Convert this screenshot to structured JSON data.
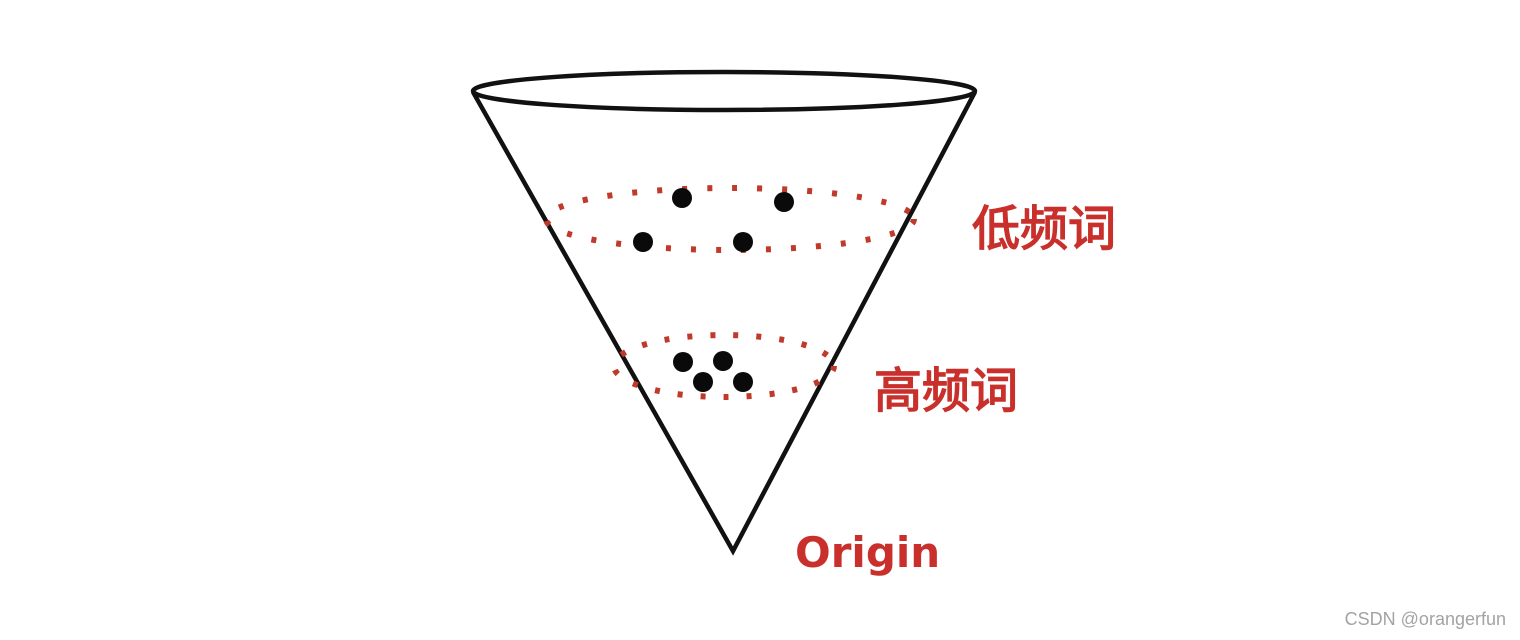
{
  "labels": {
    "low_frequency": "低频词",
    "high_frequency": "高频词",
    "origin": "Origin"
  },
  "watermark": "CSDN @orangerfun",
  "colors": {
    "label_red": "#c9302c",
    "dotted_band": "#c0392b",
    "cone_stroke": "#111111",
    "word_point": "#0a0a0a",
    "watermark": "#a3a3a3"
  }
}
